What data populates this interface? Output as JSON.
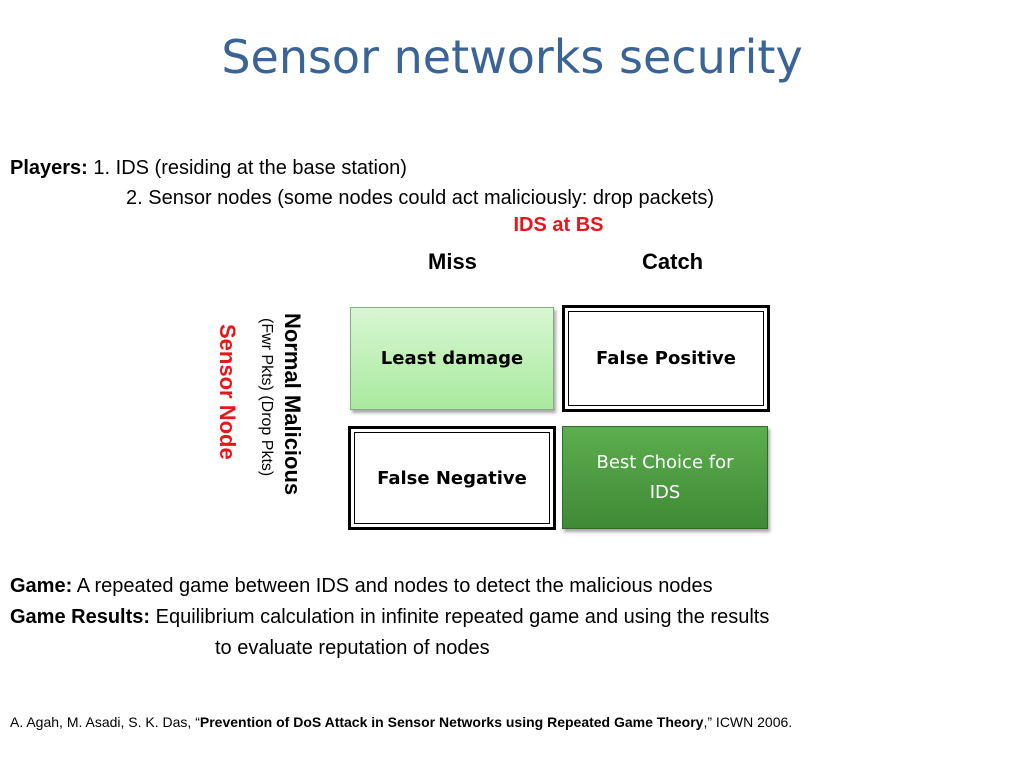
{
  "slide": {
    "title": "Sensor networks security",
    "players": {
      "label": "Players:",
      "item1": "1. IDS (residing at the base station)",
      "item2": "2. Sensor nodes (some nodes could act maliciously: drop packets)"
    },
    "matrix": {
      "column_player": "IDS at BS",
      "columns": [
        "Miss",
        "Catch"
      ],
      "row_player": "Sensor Node",
      "row_headers": "Normal  Malicious",
      "row_subheaders": "(Fwr  Pkts)  (Drop Pkts)",
      "cells": [
        [
          "Least damage",
          "False Positive"
        ],
        [
          "False Negative",
          "Best Choice for IDS"
        ]
      ]
    },
    "game": {
      "label": "Game:",
      "text": "A repeated game between IDS and nodes to detect the malicious nodes"
    },
    "results": {
      "label": "Game Results:",
      "text": "Equilibrium calculation in infinite repeated game and using the results",
      "text2": "to evaluate reputation of nodes"
    },
    "reference": {
      "authors": "A. Agah, M. Asadi, S. K. Das, “",
      "paper": "Prevention of DoS Attack in Sensor Networks using Repeated Game Theory",
      "venue": ",” ICWN 2006."
    }
  }
}
